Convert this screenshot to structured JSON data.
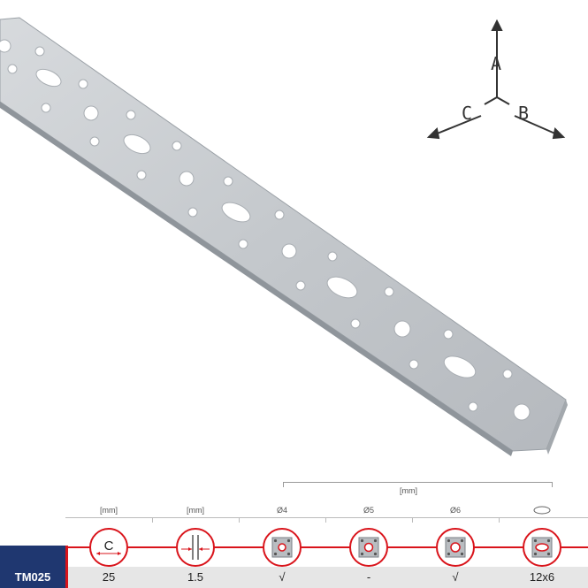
{
  "product": {
    "image_alt_name": "perforated-flat-strap",
    "code": "TM025"
  },
  "axes": {
    "a_label": "A",
    "b_label": "B",
    "c_label": "C"
  },
  "spec_table": {
    "group_unit": "[mm]",
    "columns": [
      {
        "header": "[mm]",
        "icon": "width-c-icon",
        "icon_text": "C",
        "value": "25"
      },
      {
        "header": "[mm]",
        "icon": "thickness-icon",
        "icon_text": "",
        "value": "1.5"
      },
      {
        "header": "Ø4",
        "icon": "hole-plate-icon",
        "icon_text": "",
        "value": "√"
      },
      {
        "header": "Ø5",
        "icon": "hole-plate-icon",
        "icon_text": "",
        "value": "-"
      },
      {
        "header": "Ø6",
        "icon": "hole-plate-icon",
        "icon_text": "",
        "value": "√"
      },
      {
        "header": "",
        "icon": "oval-slot-icon",
        "icon_text": "",
        "value": "12x6"
      }
    ]
  },
  "colors": {
    "accent_red": "#d9141b",
    "code_blue": "#1f3770",
    "value_bar": "#e6e6e6"
  }
}
